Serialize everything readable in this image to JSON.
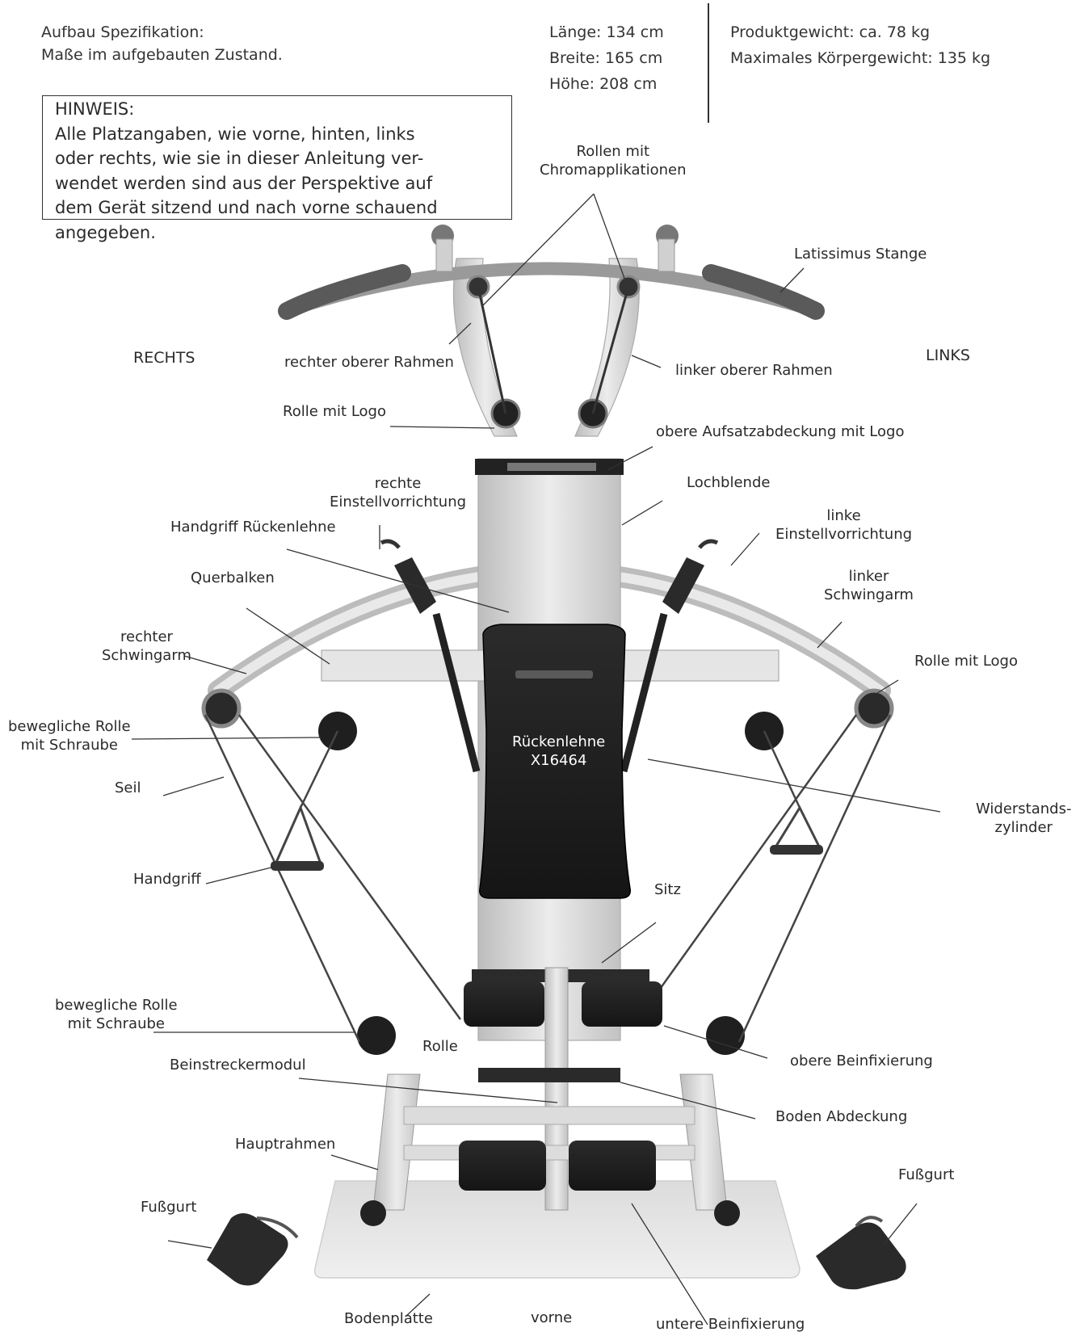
{
  "spec": {
    "left": [
      "Aufbau Spezifikation:",
      "Maße im aufgebauten Zustand."
    ],
    "dimensions": [
      "Länge: 134 cm",
      "Breite: 165 cm",
      "Höhe: 208 cm"
    ],
    "weights": [
      "Produktgewicht: ca. 78 kg",
      "Maximales Körpergewicht: 135 kg"
    ]
  },
  "note": {
    "title": "HINWEIS:",
    "lines": [
      "Alle Platzangaben, wie vorne, hinten, links",
      "oder rechts, wie sie in dieser Anleitung ver-",
      "wendet werden sind aus der Perspektive auf",
      "dem Gerät sitzend und nach vorne schauend",
      "angegeben."
    ]
  },
  "labels": {
    "rollen_chrom": [
      "Rollen mit",
      "Chromapplikationen"
    ],
    "latissimus": "Latissimus Stange",
    "rechts": "RECHTS",
    "links": "LINKS",
    "rechter_oberer_rahmen": "rechter oberer Rahmen",
    "linker_oberer_rahmen": "linker oberer Rahmen",
    "rolle_logo_top": "Rolle mit Logo",
    "obere_aufsatz": "obere Aufsatzabdeckung mit Logo",
    "rechte_einstell": [
      "rechte",
      "Einstellvorrichtung"
    ],
    "lochblende": "Lochblende",
    "linke_einstell": [
      "linke",
      "Einstellvorrichtung"
    ],
    "handgriff_rueckenlehne": "Handgriff Rückenlehne",
    "querbalken": "Querbalken",
    "linker_schwingarm": [
      "linker",
      "Schwingarm"
    ],
    "rechter_schwingarm": [
      "rechter",
      "Schwingarm"
    ],
    "rolle_logo_right": "Rolle mit Logo",
    "bewegliche_rolle_1": [
      "bewegliche Rolle",
      "mit Schraube"
    ],
    "rueckenlehne": [
      "Rückenlehne",
      "X16464"
    ],
    "seil": "Seil",
    "widerstandszylinder": [
      "Widerstands-",
      "zylinder"
    ],
    "handgriff": "Handgriff",
    "sitz": "Sitz",
    "bewegliche_rolle_2": [
      "bewegliche Rolle",
      "mit Schraube"
    ],
    "rolle": "Rolle",
    "obere_beinfix": "obere Beinfixierung",
    "beinstrecker": "Beinstreckermodul",
    "boden_abdeckung": "Boden Abdeckung",
    "hauptrahmen": "Hauptrahmen",
    "fussgurt_left": "Fußgurt",
    "fussgurt_right": "Fußgurt",
    "bodenplatte": "Bodenplatte",
    "vorne": "vorne",
    "untere_beinfix": "untere Beinfixierung"
  },
  "colors": {
    "frame": "#cfcfcf",
    "pad": "#1e1e1e",
    "grip": "#555555",
    "leader": "#333333"
  }
}
